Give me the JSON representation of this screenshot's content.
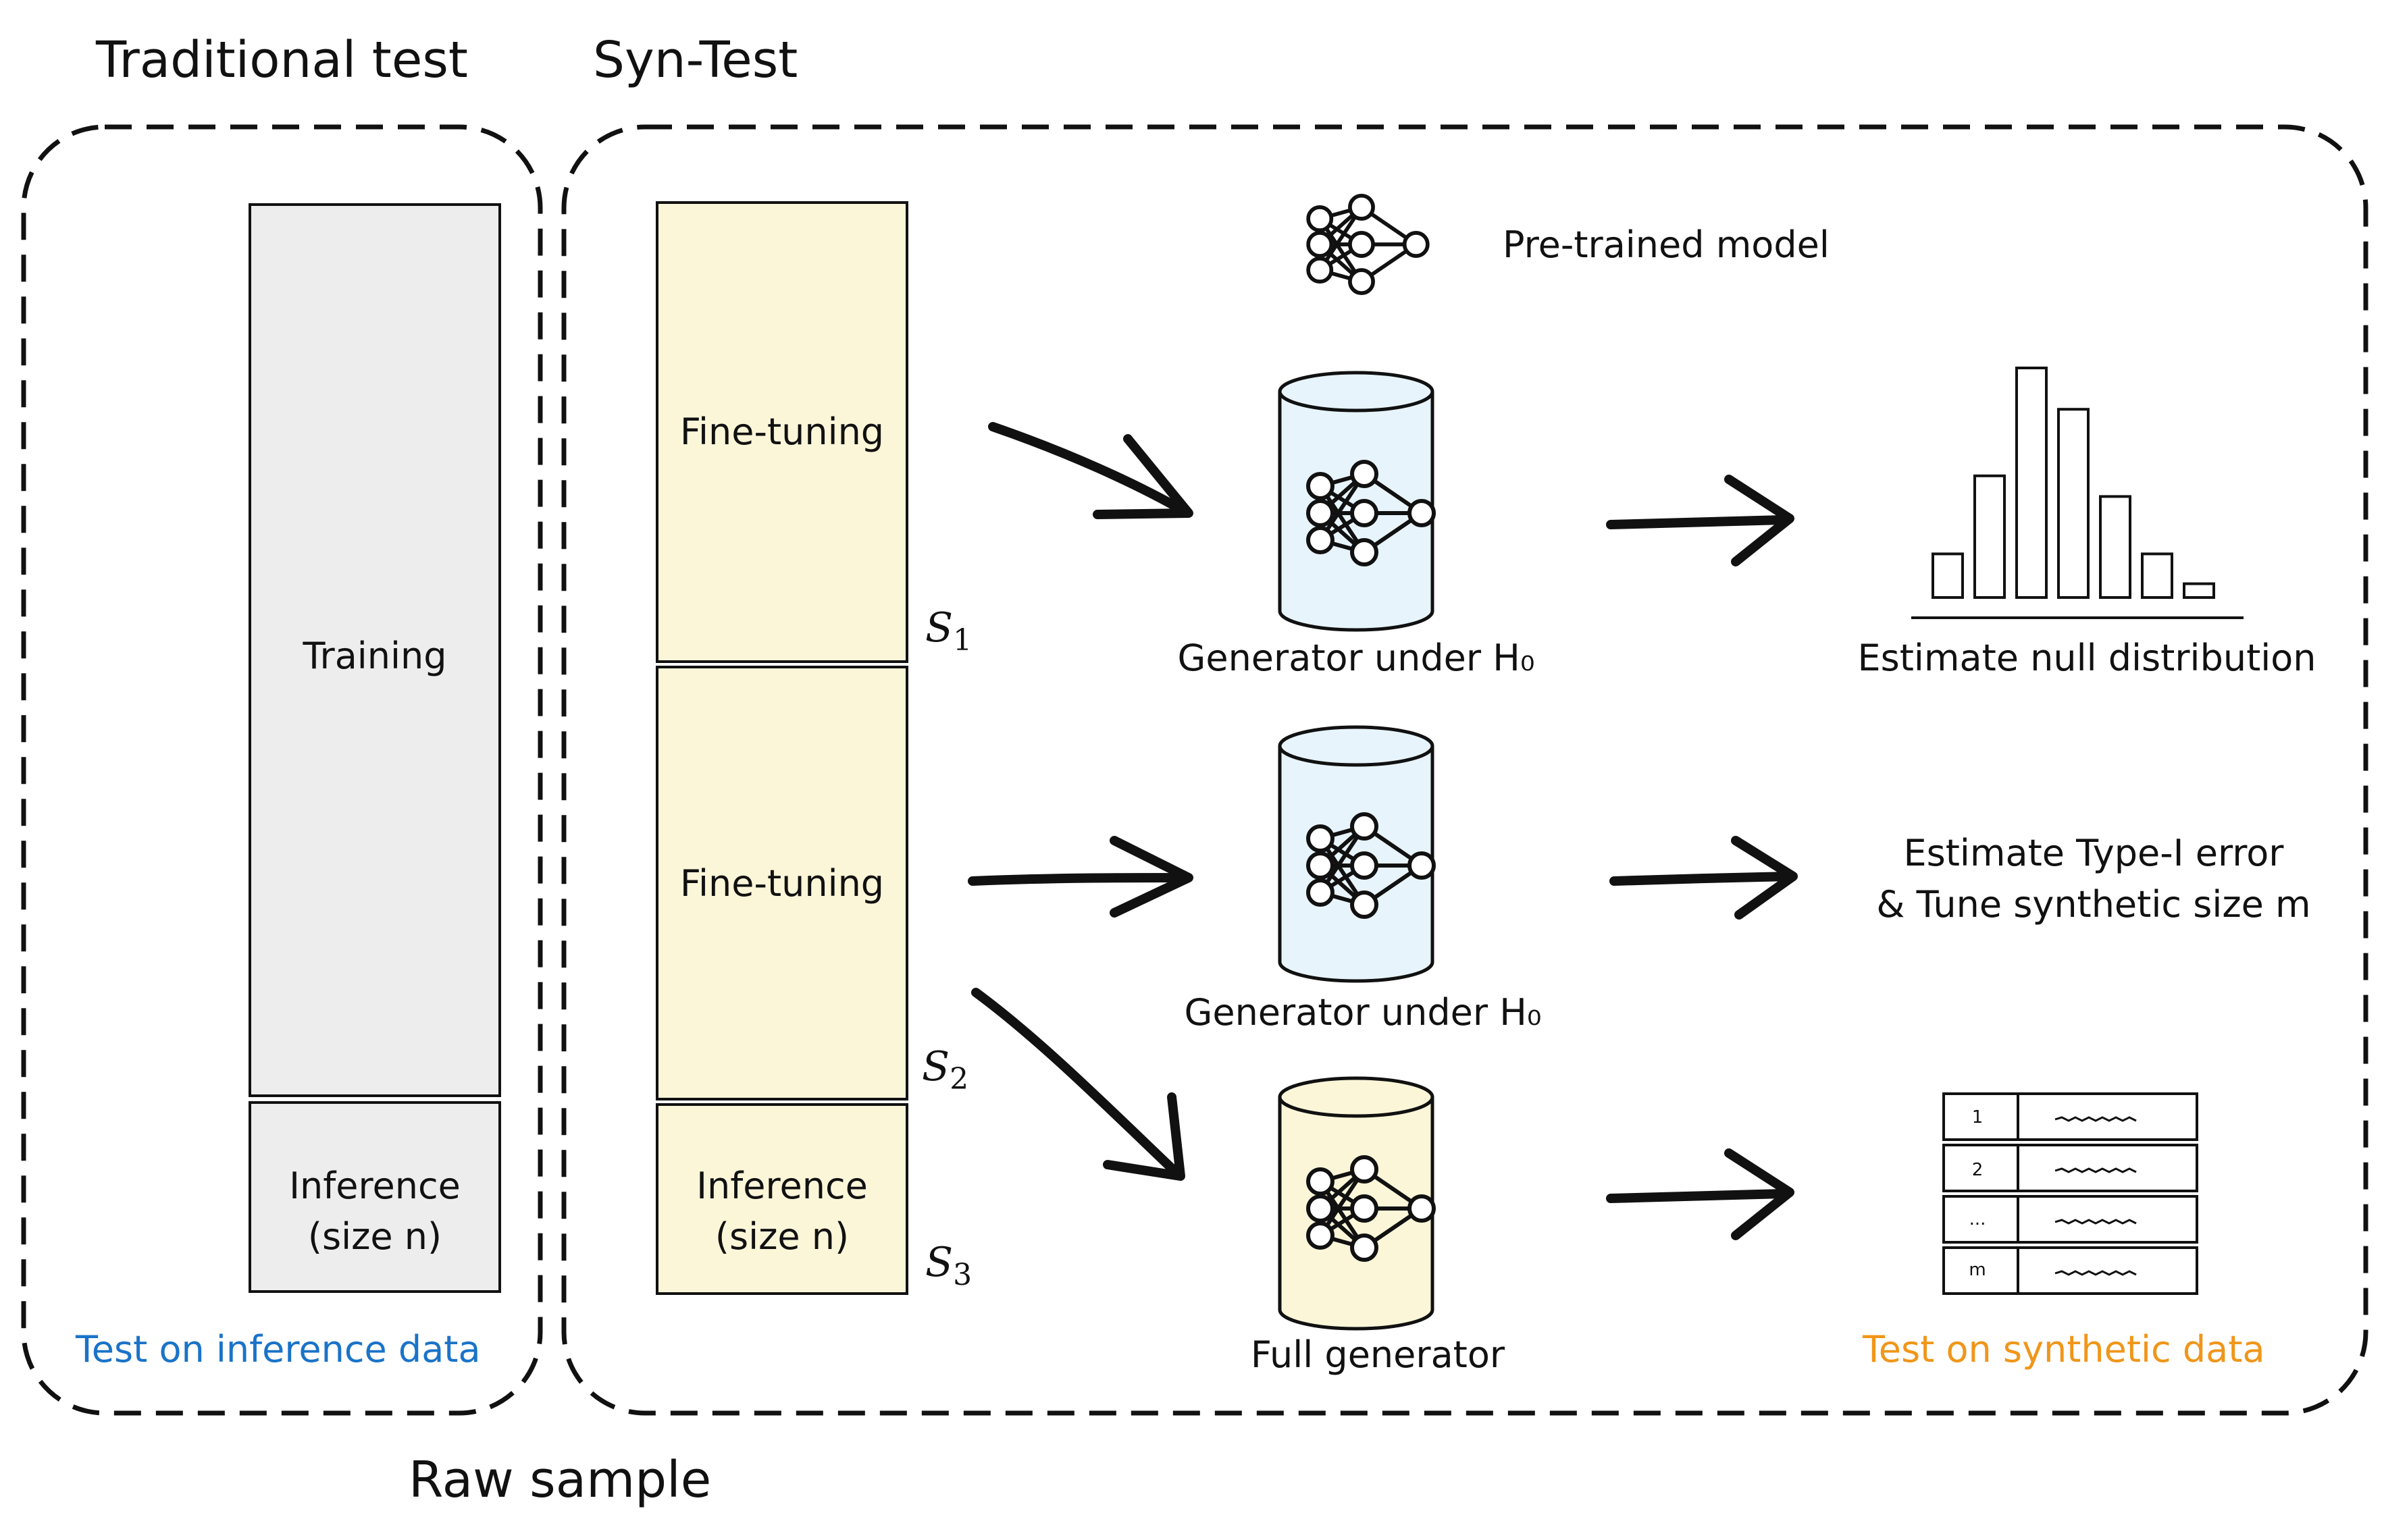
{
  "titles": {
    "traditional": "Traditional test",
    "syntest": "Syn-Test",
    "raw_sample": "Raw sample"
  },
  "traditional_panel": {
    "training_label": "Training",
    "inference_label": "Inference\n(size n)",
    "caption": "Test on inference data",
    "caption_color": "#1a73c8"
  },
  "syntest_panel": {
    "split_blocks": [
      {
        "label": "Fine-tuning",
        "subset": "S",
        "subset_index": "1"
      },
      {
        "label": "Fine-tuning",
        "subset": "S",
        "subset_index": "2"
      },
      {
        "label": "Inference\n(size n)",
        "subset": "S",
        "subset_index": "3"
      }
    ],
    "pretrained_label": "Pre-trained model",
    "generators": [
      {
        "label": "Generator under H₀",
        "fill": "#e7f4fc"
      },
      {
        "label": "Generator under H₀",
        "fill": "#e7f4fc"
      },
      {
        "label": "Full generator",
        "fill": "#fcf6d9"
      }
    ],
    "outputs": {
      "null_distribution_label": "Estimate null distribution",
      "histogram_bars": [
        0.19,
        0.53,
        1.0,
        0.82,
        0.44,
        0.19,
        0.06
      ],
      "type_one_line1": "Estimate Type-I error",
      "type_one_line2": "& Tune synthetic size m",
      "synthetic_rows": [
        "1",
        "2",
        "...",
        "m"
      ],
      "caption": "Test on synthetic data",
      "caption_color": "#f0961a"
    }
  },
  "colors": {
    "training_fill": "#ededed",
    "split_fill": "#fcf6d9",
    "stroke": "#111111"
  }
}
